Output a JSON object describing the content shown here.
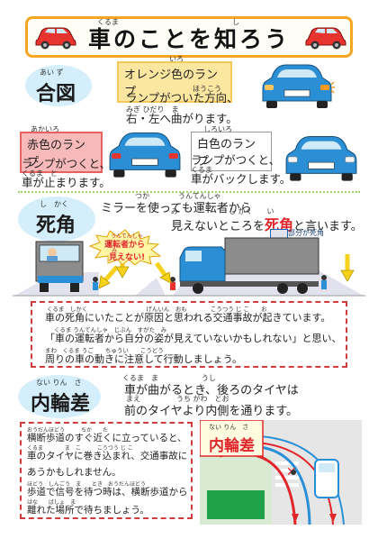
{
  "title": {
    "ruby_kuruma": "くるま",
    "ruby_shi": "し",
    "text": "車のことを知ろう"
  },
  "aizu": {
    "ruby": "あい ず",
    "label": "合図",
    "orange_ruby": "いろ",
    "orange_tag": "オレンジ色のランプ",
    "orange_desc_ruby1": "ほうこう",
    "orange_desc1": "ランプがついた方向、",
    "orange_desc_ruby2": "みぎ ひだり　ま",
    "orange_desc2": "右・左へ曲がります。",
    "red_ruby": "あかいろ",
    "red_tag": "赤色のランプ",
    "red_desc1": "ランプがつくと、",
    "red_desc_ruby2": "くるま　と",
    "red_desc2": "車が止まります。",
    "white_ruby": "しろいろ",
    "white_tag": "白色のランプ",
    "white_desc1": "ランプがつくと、",
    "white_desc_ruby2": "くるま",
    "white_desc2": "車がバックします。"
  },
  "shikaku": {
    "ruby": "し　かく",
    "label": "死角",
    "line1_ruby": "つか　　　　うんてんしゃ",
    "line1": "ミラーを使っても運転者から",
    "line2_ruby": "み　　　　　　　し かく　　い",
    "line2_a": "見えないところを",
    "line2_b": "死角",
    "line2_c": "と言います。",
    "legend": "部分が死角",
    "burst_ruby": "うんてんしゃ",
    "burst_line1": "運転者から",
    "burst_ruby2": "み",
    "burst_line2": "見えない!",
    "notice_ruby1": "くるま　しかく　　　　　　　　　　げんいん　おも　　　　こうつう じ こ　　お",
    "notice1": "車の死角にいたことが原因と思われる交通事故が起きています。",
    "notice_ruby2": "くるま うんてんしゃ　じぶん　すがた　み",
    "notice2": "「車の運転者から自分の姿が見えていないかもしれない」と思い、",
    "notice_ruby3": "まわ　くるま うご　　ちゅうい　　こうどう",
    "notice3": "周りの車の動きに注意して行動しましょう。"
  },
  "naiwasa": {
    "ruby": "ない りん　さ",
    "label": "内輪差",
    "line1_ruby": "くるま　ま　　　　　　うし",
    "line1": "車が曲がるとき、後ろのタイヤは",
    "line2_ruby": "まえ　　　　　うち がわ　とお",
    "line2": "前のタイヤより内側を通ります。",
    "box_ruby1": "おうだんほどう　　　ちか　　た",
    "box1": "横断歩道のすぐ近くに立っていると、",
    "box_ruby2": "くるま　　　　ま　こ　　　こうつう じ こ",
    "box2": "車のタイヤに巻き込まれ、交通事故に",
    "box3": "あうかもしれません。",
    "box_ruby4": "ほどう　しんごう　ま　　とき　おうだんほどう",
    "box4": "歩道で信号を待つ時は、横断歩道から",
    "box_ruby5": "はな　　ばしょ　ま",
    "box5": "離れた場所で待ちましょう。",
    "diagram_ruby": "ない りん　さ",
    "diagram_label": "内輪差"
  },
  "colors": {
    "title_border": "#f5a623",
    "car_red": "#e8342f",
    "car_blue": "#2b8fd6",
    "cloud": "#d4effb",
    "accent_red": "#e0262b",
    "blind_spot": "#d8d8e6"
  }
}
